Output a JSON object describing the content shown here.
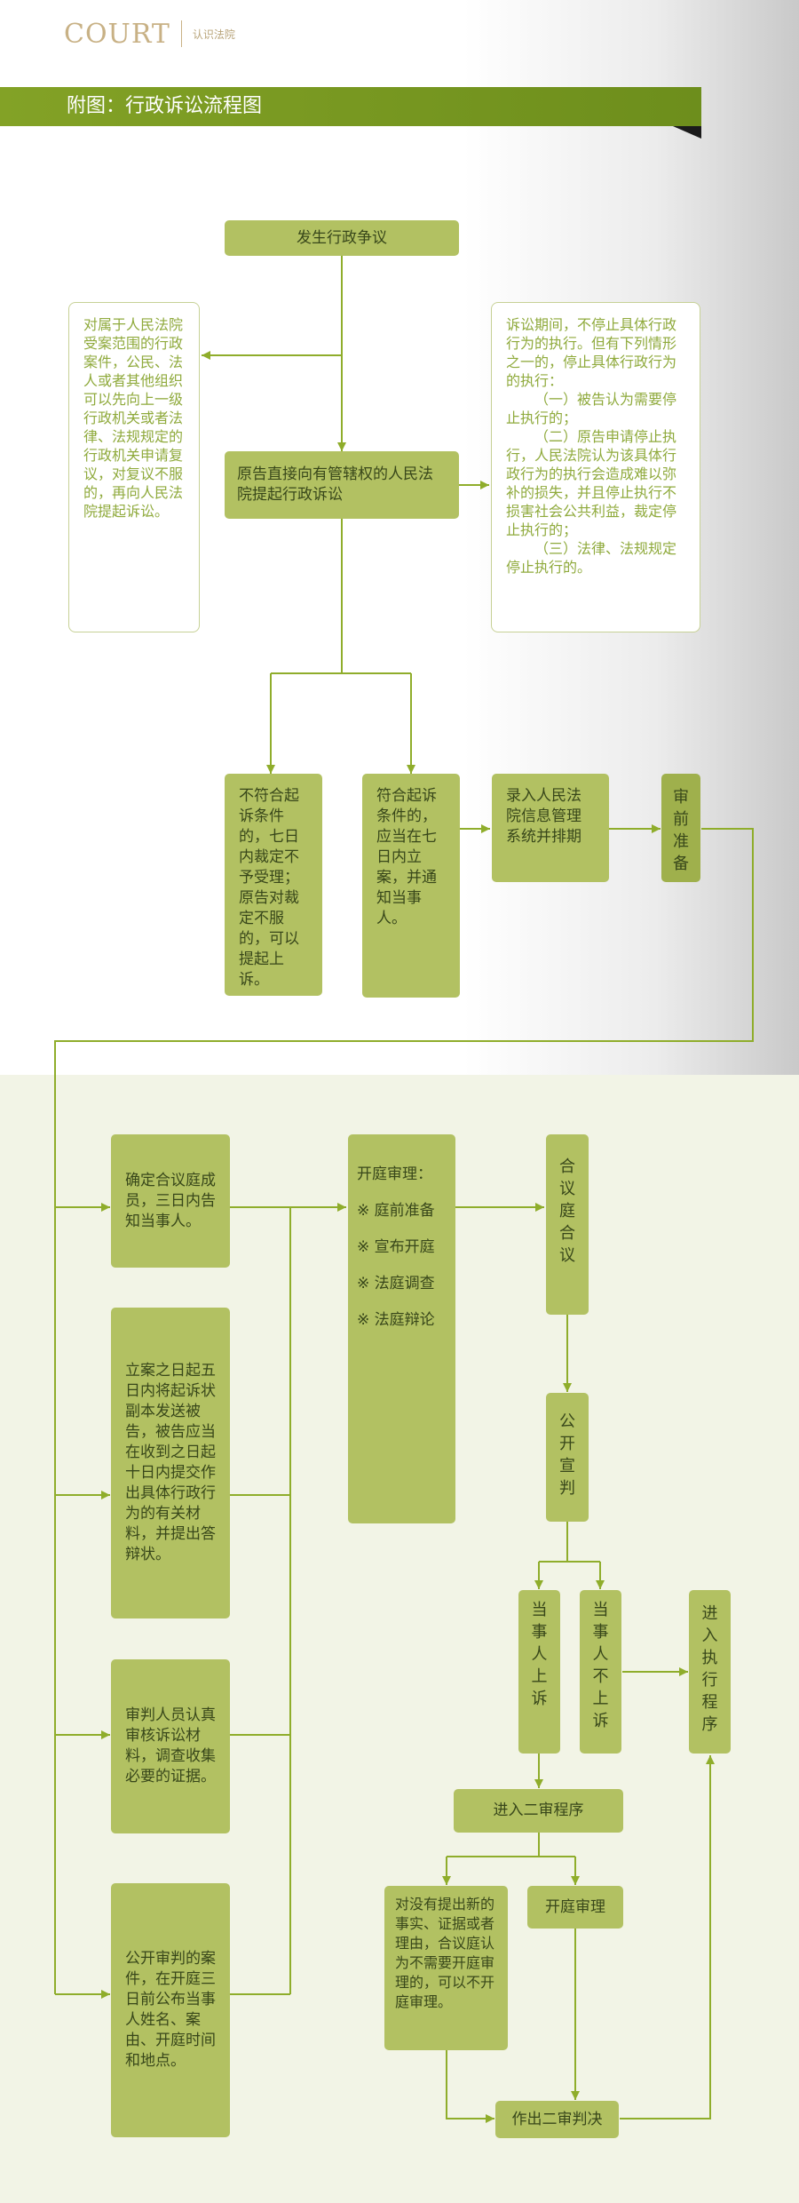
{
  "header": {
    "logo_text": "COURT",
    "logo_sub": "认识法院"
  },
  "banner": {
    "title": "附图：行政诉讼流程图"
  },
  "flow": {
    "dispute": "发生行政争议",
    "left_note": "对属于人民法院受案范围的行政案件，公民、法人或者其他组织可以先向上一级行政机关或者法律、法规规定的行政机关申请复议，对复议不服的，再向人民法院提起诉讼。",
    "file_suit": "原告直接向有管辖权的人民法院提起行政诉讼",
    "right_note": {
      "intro": "诉讼期间，不停止具体行政行为的执行。但有下列情形之一的，停止具体行政行为的执行：",
      "item1": "（一）被告认为需要停止执行的；",
      "item2": "（二）原告申请停止执行，人民法院认为该具体行政行为的执行会造成难以弥补的损失，并且停止执行不损害社会公共利益，裁定停止执行的；",
      "item3": "（三）法律、法规规定停止执行的。"
    },
    "not_meet": "不符合起诉条件的，七日内裁定不予受理；原告对裁定不服的，可以提起上诉。",
    "meet": "符合起诉条件的，应当在七日内立案，并通知当事人。",
    "register": "录入人民法院信息管理系统并排期",
    "pretrial": "审前准备",
    "panel": "确定合议庭成员，三日内告知当事人。",
    "serve": "立案之日起五日内将起诉状副本发送被告，被告应当在收到之日起十日内提交作出具体行政行为的有关材料，并提出答辩状。",
    "review": "审判人员认真审核诉讼材料，调查收集必要的证据。",
    "announce": "公开审判的案件，在开庭三日前公布当事人姓名、案由、开庭时间和地点。",
    "trial": {
      "title": "开庭审理：",
      "items": [
        "※ 庭前准备",
        "※ 宣布开庭",
        "※ 法庭调查",
        "※ 法庭辩论"
      ]
    },
    "deliberation": "合议庭合议",
    "verdict": "公开宣判",
    "appeal": "当事人上诉",
    "no_appeal": "当事人不上诉",
    "execution": "进入执行程序",
    "second_instance": "进入二审程序",
    "no_hearing": "对没有提出新的事实、证据或者理由，合议庭认为不需要开庭审理的，可以不开庭审理。",
    "second_hearing": "开庭审理",
    "second_judgment": "作出二审判决"
  },
  "colors": {
    "node": "#b2c162",
    "node_dark": "#9fb04c",
    "line": "#8fad2b",
    "banner": "#7a9a22",
    "note_text": "#8faa3c",
    "bottom_bg": "#f2f4e6"
  }
}
